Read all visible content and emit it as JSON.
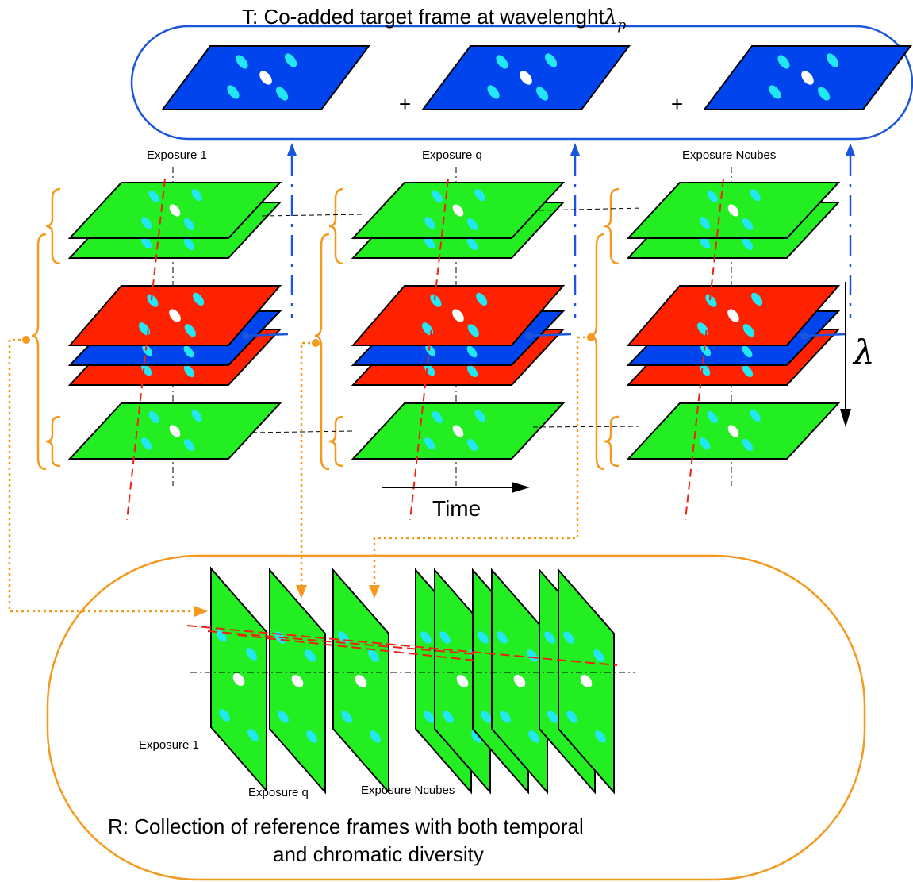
{
  "target_box": {
    "title_text": "T: Co-added target frame at wavelenght",
    "title_symbol": "λ",
    "title_subscript": "p",
    "plus_sign": "+"
  },
  "exposures": {
    "first_label": "Exposure 1",
    "middle_label": "Exposure q",
    "last_label": "Exposure Ncubes"
  },
  "axes": {
    "time_label": "Time",
    "lambda_label": "λ"
  },
  "reference_box": {
    "title_line1": "R: Collection of reference frames with both temporal",
    "title_line2": "and chromatic diversity",
    "label_first": "Exposure 1",
    "label_middle": "Exposure q",
    "label_last": "Exposure Ncubes"
  },
  "colors": {
    "green_frame": "#22ee22",
    "red_frame": "#ff2200",
    "blue_frame": "#0044ee",
    "cyan_spot": "#22e8f5",
    "white_spot": "#ffffff",
    "blue_outline": "#1a55dd",
    "orange_outline": "#f39a1e",
    "red_dashed": "#ee2211"
  }
}
